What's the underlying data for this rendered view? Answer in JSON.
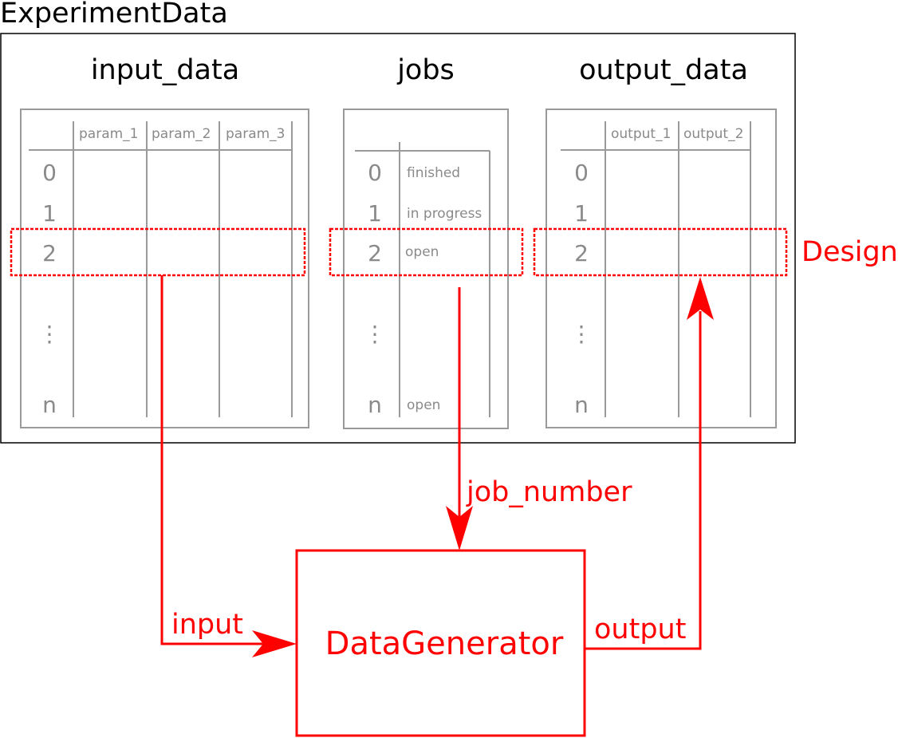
{
  "container": {
    "title": "ExperimentData"
  },
  "input_data": {
    "title": "input_data",
    "columns": [
      "param_1",
      "param_2",
      "param_3"
    ],
    "rows": [
      "0",
      "1",
      "2",
      "⋮",
      "n"
    ]
  },
  "jobs": {
    "title": "jobs",
    "rows": [
      "0",
      "1",
      "2",
      "⋮",
      "n"
    ],
    "statuses": [
      "finished",
      "in progress",
      "open",
      "open"
    ]
  },
  "output_data": {
    "title": "output_data",
    "columns": [
      "output_1",
      "output_2"
    ],
    "rows": [
      "0",
      "1",
      "2",
      "⋮"
    ]
  },
  "labels": {
    "design": "Design",
    "job_number": "job_number",
    "input": "input",
    "output": "output",
    "generator": "DataGenerator"
  },
  "colors": {
    "accent": "#ff0000",
    "grid": "#9a9a9a"
  }
}
